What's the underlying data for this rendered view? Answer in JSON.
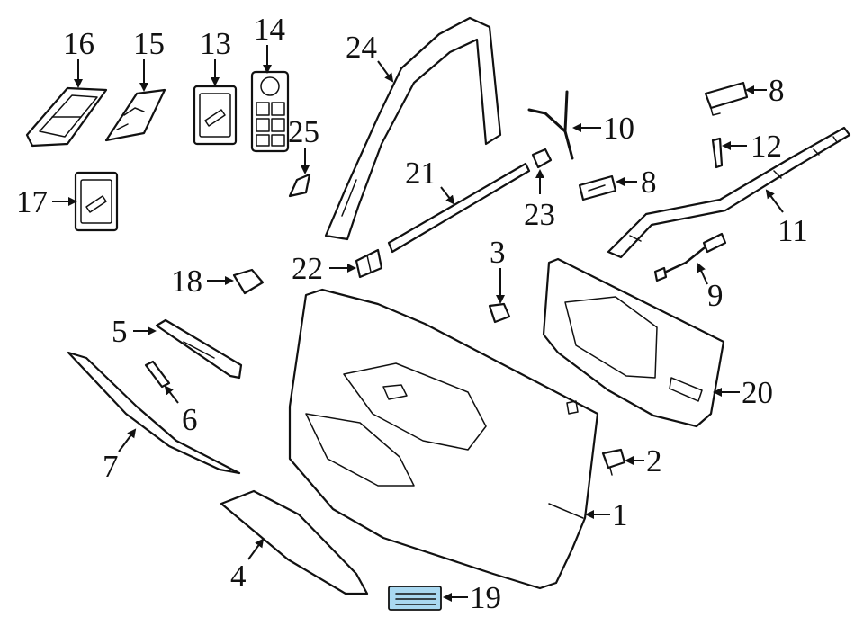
{
  "callouts": {
    "n1": "1",
    "n2": "2",
    "n3": "3",
    "n4": "4",
    "n5": "5",
    "n6": "6",
    "n7": "7",
    "n8a": "8",
    "n8b": "8",
    "n9": "9",
    "n10": "10",
    "n11": "11",
    "n12": "12",
    "n13": "13",
    "n14": "14",
    "n15": "15",
    "n16": "16",
    "n17": "17",
    "n18": "18",
    "n19": "19",
    "n20": "20",
    "n21": "21",
    "n22": "22",
    "n23": "23",
    "n24": "24",
    "n25": "25"
  },
  "colors": {
    "line": "#111111",
    "highlight": "#a9d8f0",
    "background": "#ffffff"
  }
}
